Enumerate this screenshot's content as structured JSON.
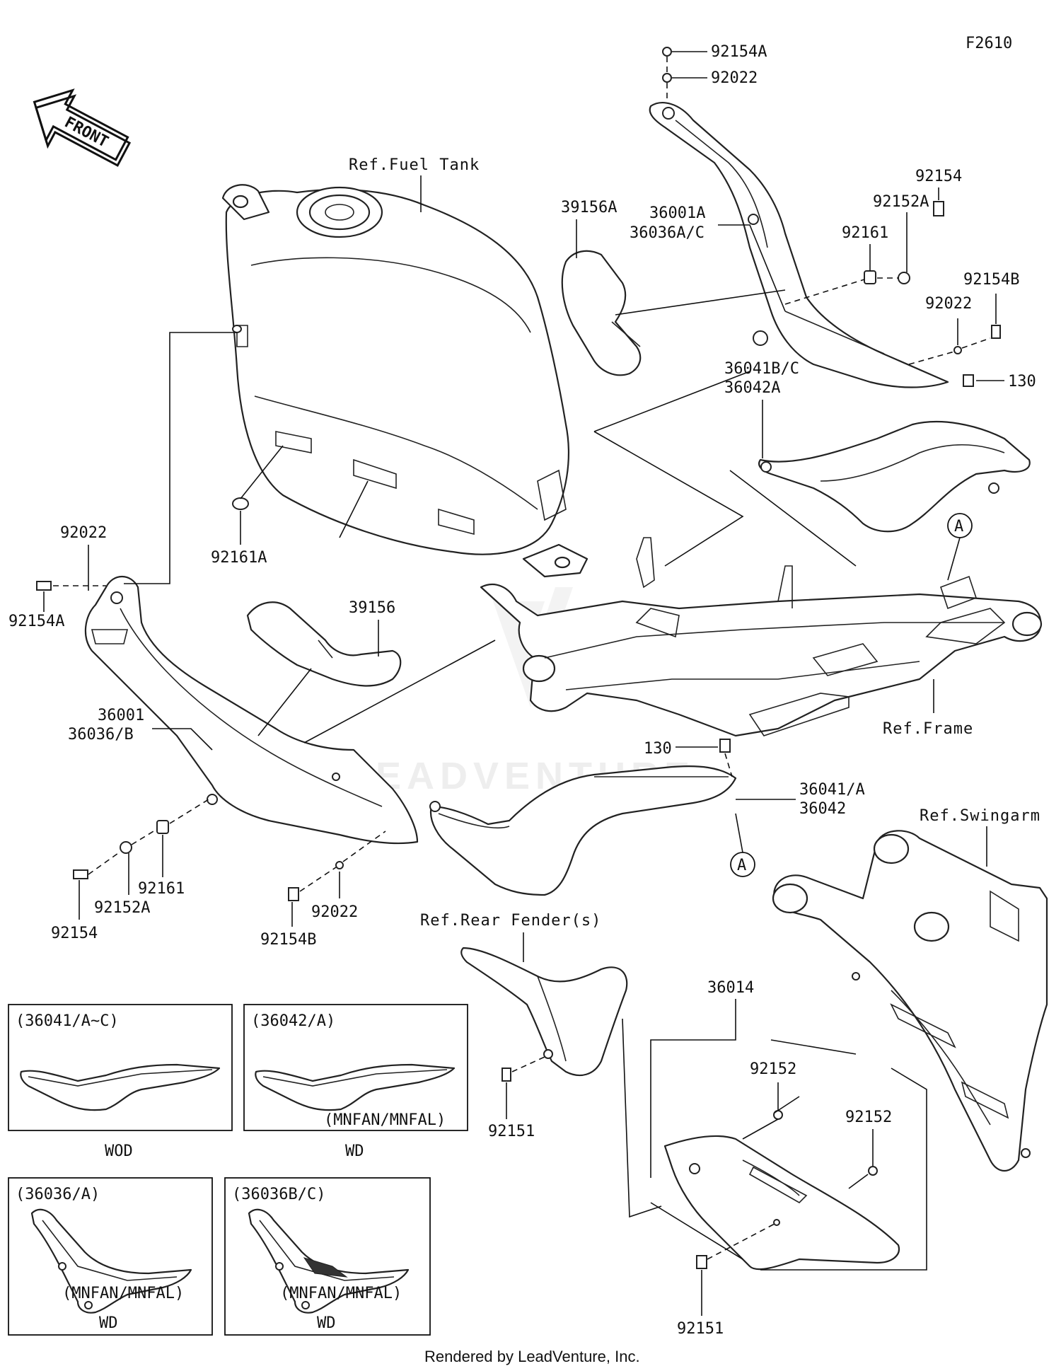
{
  "figure_code": "F2610",
  "front_arrow_text": "FRONT",
  "watermark_text": "LEADVENTURE",
  "footer": "Rendered by LeadVenture, Inc.",
  "references": {
    "fuel_tank": "Ref.Fuel Tank",
    "frame": "Ref.Frame",
    "swingarm": "Ref.Swingarm",
    "rear_fender": "Ref.Rear Fender(s)"
  },
  "callout_marker": "A",
  "part_labels": {
    "p92154A_top": "92154A",
    "p92022_top": "92022",
    "p92154_right": "92154",
    "p92152A_right": "92152A",
    "p92161_right": "92161",
    "p36001A": "36001A",
    "p36036AC": "36036A/C",
    "p39156A": "39156A",
    "p92154B_right": "92154B",
    "p92022_right": "92022",
    "p130_right": "130",
    "p36041BC": "36041B/C",
    "p36042A": "36042A",
    "p92161A": "92161A",
    "p92022_left": "92022",
    "p92154A_left": "92154A",
    "p39156": "39156",
    "p36001": "36001",
    "p36036B": "36036/B",
    "p130_mid": "130",
    "p36041A": "36041/A",
    "p36042": "36042",
    "p92161_left": "92161",
    "p92152A_left": "92152A",
    "p92154_left": "92154",
    "p92022_bottom": "92022",
    "p92154B_left": "92154B",
    "p36014": "36014",
    "p92151_fender": "92151",
    "p92152_a": "92152",
    "p92152_b": "92152",
    "p92151_bottom": "92151"
  },
  "variant_boxes": [
    {
      "title": "(36041/A~C)",
      "note": "",
      "caption": "WOD"
    },
    {
      "title": "(36042/A)",
      "note": "(MNFAN/MNFAL)",
      "caption": "WD"
    },
    {
      "title": "(36036/A)",
      "note": "(MNFAN/MNFAL)",
      "caption": "WD"
    },
    {
      "title": "(36036B/C)",
      "note": "(MNFAN/MNFAL)",
      "caption": "WD"
    }
  ]
}
